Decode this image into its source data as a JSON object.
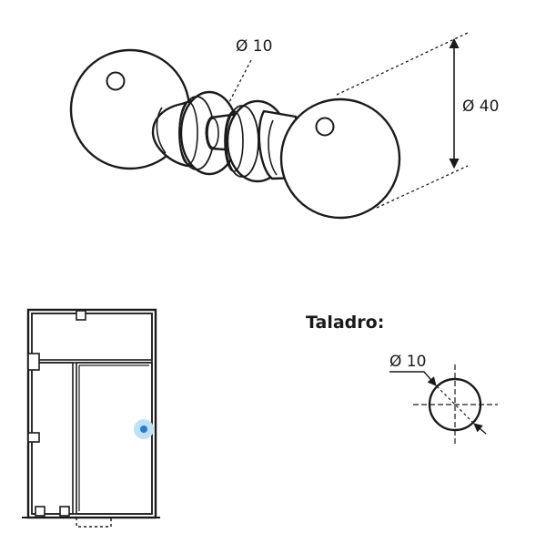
{
  "knob_drawing": {
    "shaft_diameter_label": "Ø 10",
    "knob_diameter_label": "Ø 40"
  },
  "drill_detail": {
    "title": "Taladro:",
    "hole_diameter_label": "Ø 10"
  },
  "colors": {
    "line": "#1a1a1a",
    "position_marker": "#1f7fd6",
    "position_halo": "#bfe0f7"
  }
}
